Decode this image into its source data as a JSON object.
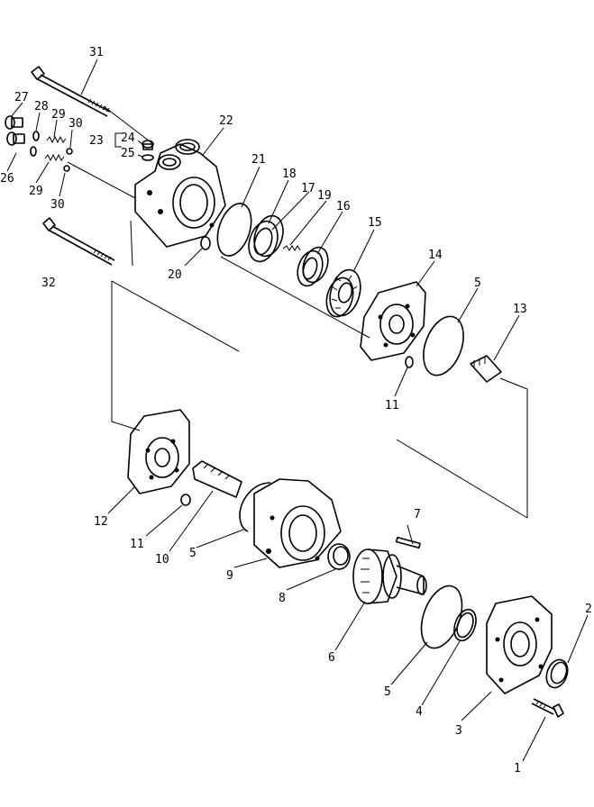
{
  "labels": {
    "p1": "1",
    "p2": "2",
    "p3": "3",
    "p4": "4",
    "p5a": "5",
    "p5b": "5",
    "p5c": "5",
    "p6": "6",
    "p7": "7",
    "p8": "8",
    "p9": "9",
    "p10": "10",
    "p11a": "11",
    "p11b": "11",
    "p12": "12",
    "p13": "13",
    "p14": "14",
    "p15": "15",
    "p16": "16",
    "p17": "17",
    "p18": "18",
    "p19": "19",
    "p20": "20",
    "p21": "21",
    "p22": "22",
    "p23": "23",
    "p24": "24",
    "p25": "25",
    "p26": "26",
    "p27": "27",
    "p28": "28",
    "p29a": "29",
    "p29b": "29",
    "p30a": "30",
    "p30b": "30",
    "p31": "31",
    "p32": "32"
  }
}
